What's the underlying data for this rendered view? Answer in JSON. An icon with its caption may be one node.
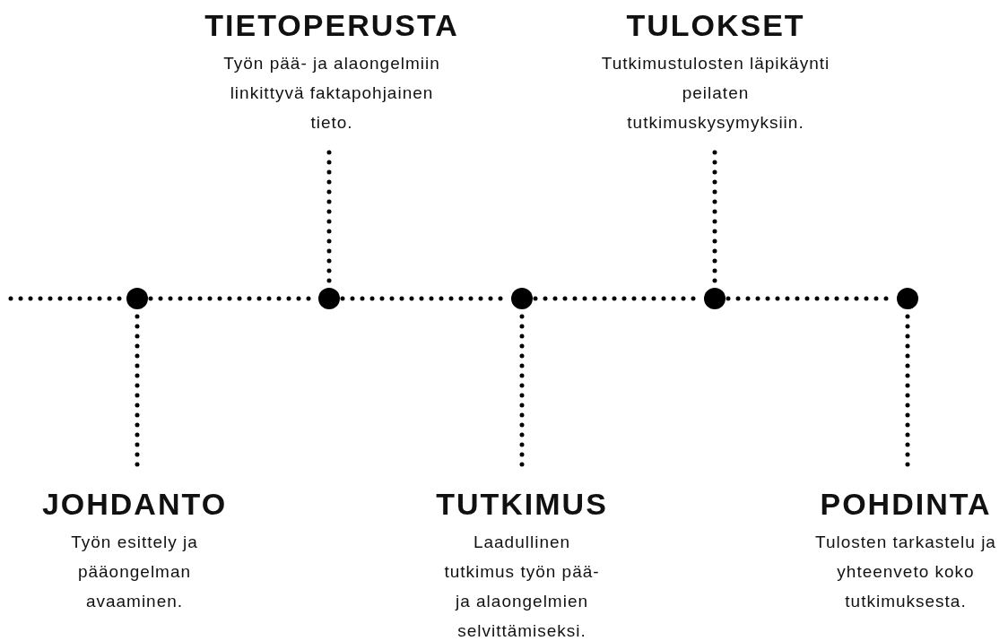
{
  "diagram": {
    "nodes": [
      {
        "text": [],
        "shape": "circle"
      },
      {
        "text": [],
        "shape": "circle"
      },
      {
        "text": [],
        "shape": "circle"
      },
      {
        "text": [],
        "shape": "circle"
      },
      {
        "text": [],
        "shape": "circle"
      },
      {
        "text": [
          "JOHDANTO",
          "Työn esittely ja pääongelman avaaminen."
        ]
      },
      {
        "text": [
          "TIETOPERUSTA",
          "Työn pää- ja alaongelmiin linkittyvä faktapohjainen tieto."
        ]
      },
      {
        "text": [
          "TUTKIMUS",
          "Laadullinen tutkimus työn pää- ja alaongelmien selvittämiseksi."
        ]
      },
      {
        "text": [
          "TULOKSET",
          "Tutkimustulosten läpikäynti peilaten tutkimuskysymyksiin."
        ]
      },
      {
        "text": [
          "POHDINTA",
          "Tulosten tarkastelu ja yhteenveto koko tutkimuksesta."
        ]
      }
    ],
    "edges": [
      {
        "from": 0,
        "to": 1,
        "arrow": "none"
      },
      {
        "from": 1,
        "to": 2,
        "arrow": "none"
      },
      {
        "from": 2,
        "to": 3,
        "arrow": "none"
      },
      {
        "from": 3,
        "to": 4,
        "arrow": "none"
      },
      {
        "from": 0,
        "to": 5,
        "arrow": "none"
      },
      {
        "from": 1,
        "to": 6,
        "arrow": "none"
      },
      {
        "from": 2,
        "to": 7,
        "arrow": "none"
      },
      {
        "from": 3,
        "to": 8,
        "arrow": "none"
      },
      {
        "from": 4,
        "to": 9,
        "arrow": "none"
      }
    ]
  }
}
